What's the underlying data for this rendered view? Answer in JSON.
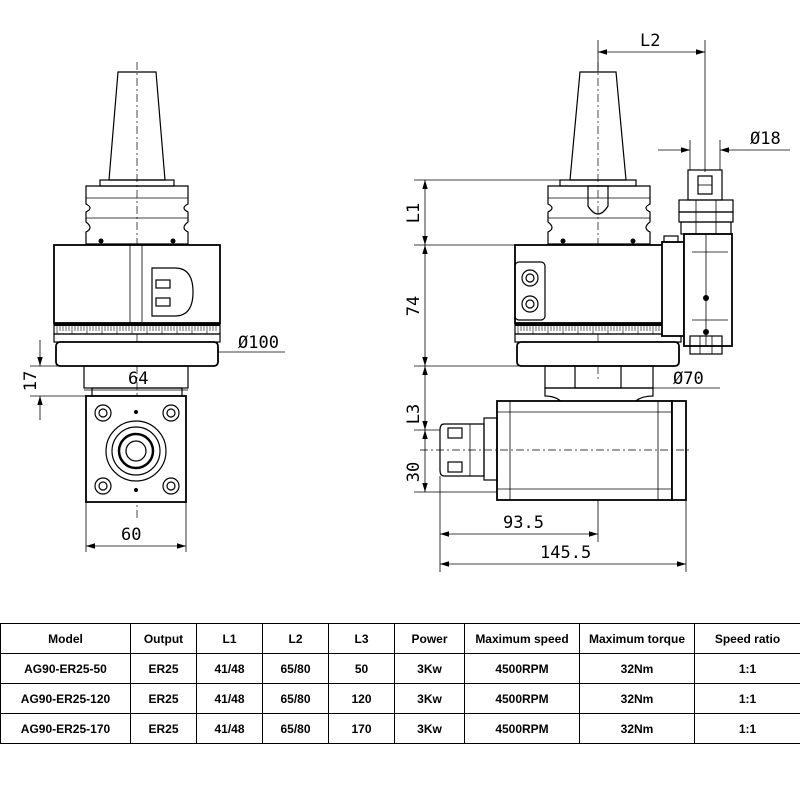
{
  "dimensions": {
    "l2": "L2",
    "d18": "Ø18",
    "l1": "L1",
    "h74": "74",
    "d100": "Ø100",
    "h17": "17",
    "w64": "64",
    "d70": "Ø70",
    "l3": "L3",
    "h30": "30",
    "w93_5": "93.5",
    "w145_5": "145.5",
    "w60": "60"
  },
  "table": {
    "headers": [
      "Model",
      "Output",
      "L1",
      "L2",
      "L3",
      "Power",
      "Maximum speed",
      "Maximum torque",
      "Speed ratio"
    ],
    "rows": [
      [
        "AG90-ER25-50",
        "ER25",
        "41/48",
        "65/80",
        "50",
        "3Kw",
        "4500RPM",
        "32Nm",
        "1:1"
      ],
      [
        "AG90-ER25-120",
        "ER25",
        "41/48",
        "65/80",
        "120",
        "3Kw",
        "4500RPM",
        "32Nm",
        "1:1"
      ],
      [
        "AG90-ER25-170",
        "ER25",
        "41/48",
        "65/80",
        "170",
        "3Kw",
        "4500RPM",
        "32Nm",
        "1:1"
      ]
    ]
  }
}
